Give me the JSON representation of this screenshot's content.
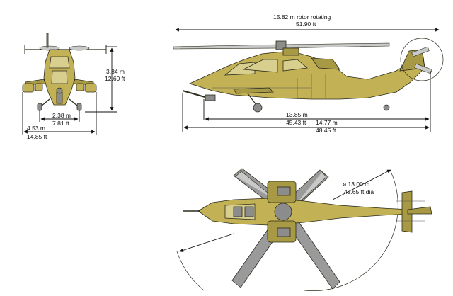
{
  "side_view": {
    "rotor_dim_m": "15.82 m rotor rotating",
    "rotor_dim_ft": "51.90 ft",
    "length_m_1": "13.85 m",
    "length_ft_1": "45.43 ft",
    "length_m_2": "14.77 m",
    "length_ft_2": "48.45 ft"
  },
  "front_view": {
    "height_m": "3.84 m",
    "height_ft": "12.60 ft",
    "track_m": "2.38 m",
    "track_ft": "7.81 ft",
    "span_m": "4.53 m",
    "span_ft": "14.85 ft"
  },
  "top_view": {
    "rotor_dia_m": "ø 13.00 m",
    "rotor_dia_ft": "42.65 ft dia"
  },
  "colors": {
    "airframe": "#c3b155",
    "rotor_blades": "#9a9a9a",
    "outline": "#2b2b1c"
  }
}
